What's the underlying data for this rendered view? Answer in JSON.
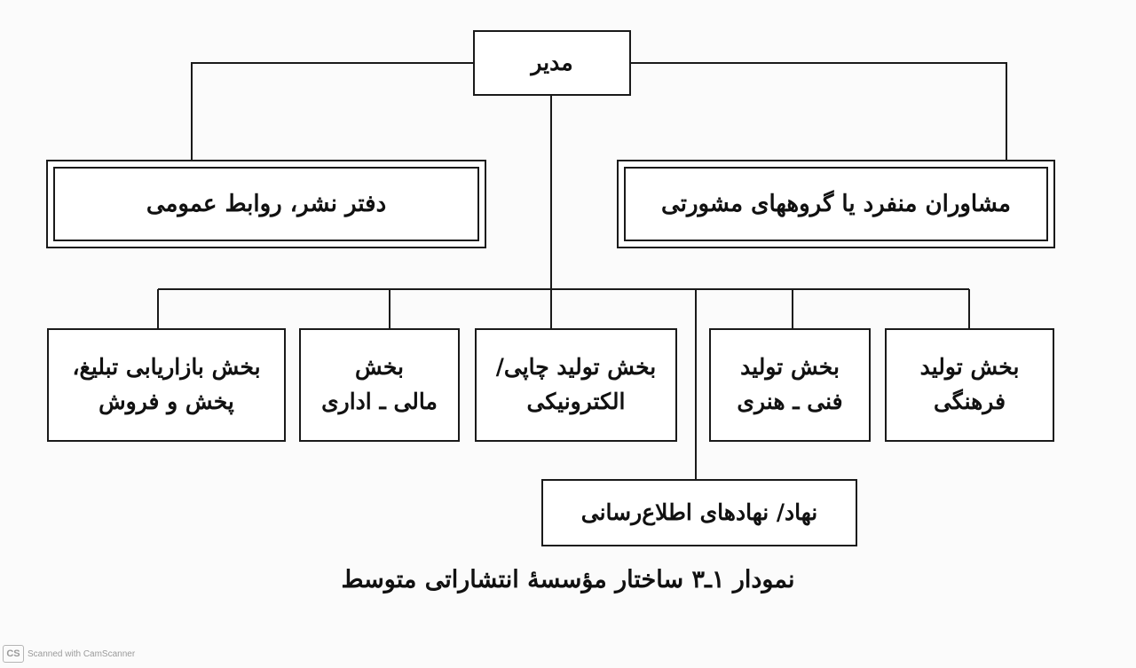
{
  "diagram": {
    "nodes": {
      "manager": "مدیر",
      "publishing_office": "دفتر نشر، روابط عمومی",
      "advisors": "مشاوران منفرد یا گروههای مشورتی",
      "marketing": "بخش بازاریابی تبلیغ،\nپخش و فروش",
      "finance": "بخش\nمالی ـ اداری",
      "print_production": "بخش تولید چاپی/\nالکترونیکی",
      "technical_production": "بخش تولید\nفنی ـ هنری",
      "cultural_production": "بخش تولید\nفرهنگی",
      "information_institutions": "نهاد/ نهادهای اطلاع‌رسانی"
    },
    "edges": [
      [
        "manager",
        "publishing_office"
      ],
      [
        "manager",
        "advisors"
      ],
      [
        "manager",
        "marketing"
      ],
      [
        "manager",
        "finance"
      ],
      [
        "manager",
        "print_production"
      ],
      [
        "manager",
        "technical_production"
      ],
      [
        "manager",
        "cultural_production"
      ],
      [
        "manager",
        "information_institutions"
      ]
    ],
    "caption": "نمودار ۱ـ۳  ساختار مؤسسهٔ انتشاراتی متوسط"
  },
  "scanner": {
    "logo": "CS",
    "text": "Scanned with CamScanner"
  },
  "colors": {
    "line": "#1a1a1a",
    "background": "#ffffff",
    "badge": "#9a9a9a"
  }
}
